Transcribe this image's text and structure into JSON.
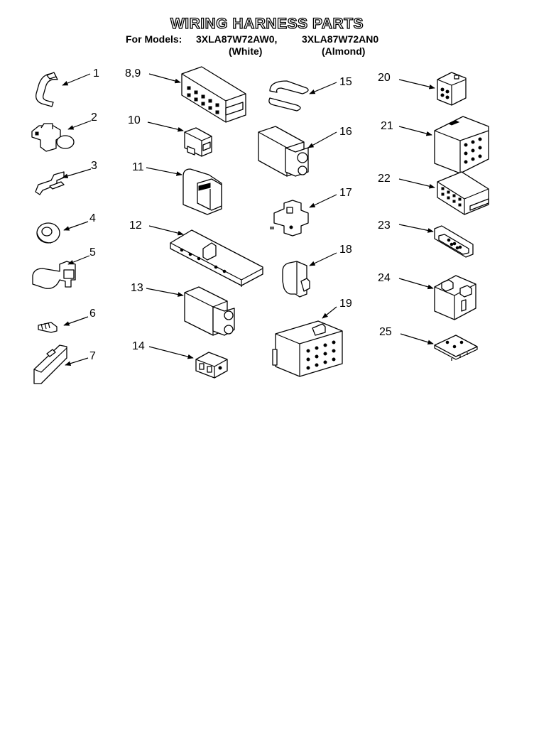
{
  "header": {
    "title": "WIRING HARNESS PARTS",
    "models_prefix": "For Models:",
    "model_white": "3XLA87W72AW0,",
    "model_almond": "3XLA87W72AN0",
    "color_white": "(White)",
    "color_almond": "(Almond)"
  },
  "callouts": [
    "1",
    "2",
    "3",
    "4",
    "5",
    "6",
    "7",
    "8,9",
    "10",
    "11",
    "12",
    "13",
    "14",
    "15",
    "16",
    "17",
    "18",
    "19",
    "20",
    "21",
    "22",
    "23",
    "24",
    "25"
  ]
}
